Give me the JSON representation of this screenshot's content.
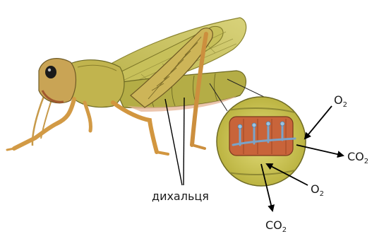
{
  "labels": {
    "spiracles": "дихальця",
    "o2_top": "O",
    "o2_top_sub": "2",
    "co2_right": "CO",
    "co2_right_sub": "2",
    "o2_mid": "O",
    "o2_mid_sub": "2",
    "co2_bottom": "CO",
    "co2_bottom_sub": "2"
  },
  "colors": {
    "body_green": "#b7b046",
    "wing_green": "#c9c25a",
    "leg_orange": "#d9a24a",
    "eye": "#1a1a1a",
    "magnifier_fill": "#c8c24a",
    "tissue_orange": "#c8643a",
    "trachea_blue": "#7aa3c8",
    "arrow": "#000000"
  }
}
